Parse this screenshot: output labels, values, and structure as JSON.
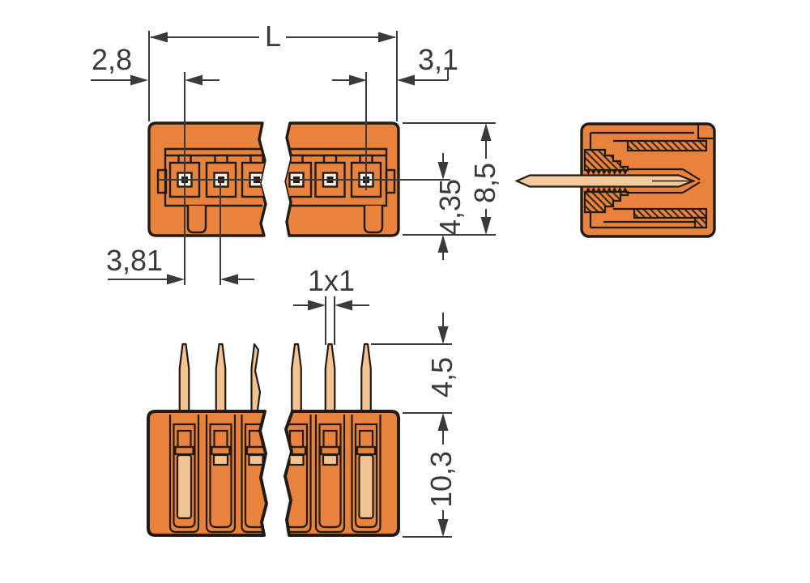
{
  "drawing": {
    "dimensions": {
      "overall_length": "L",
      "edge_to_first_pin": "2,8",
      "last_pin_to_edge": "3,1",
      "pin_pitch": "3,81",
      "pin_axis_to_bottom": "4,35",
      "housing_height_front": "8,5",
      "pin_cross_section": "1x1",
      "pin_protrusion": "4,5",
      "housing_height_bottom": "10,3"
    }
  },
  "colors": {
    "background": "#ffffff",
    "body_orange": "#E8823C",
    "pin_tan": "#F3C392",
    "pin_light": "#F6CB9B",
    "contact_cream": "#F6F0E4",
    "outline": "#1F1B17",
    "dimension": "#3A3A3A"
  }
}
